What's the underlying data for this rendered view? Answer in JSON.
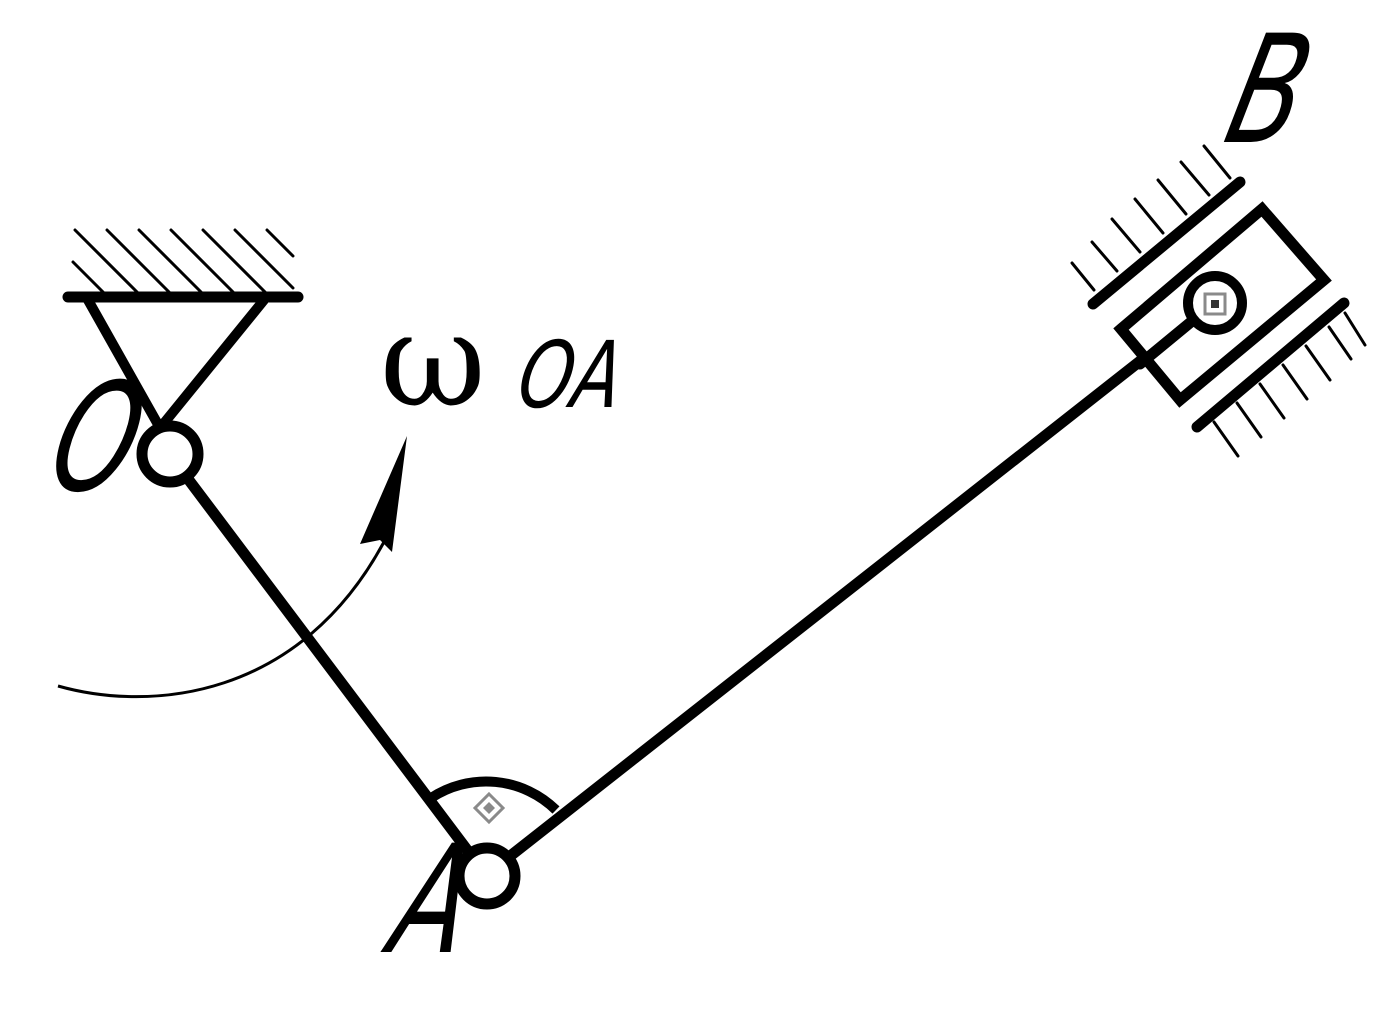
{
  "labels": {
    "O": "O",
    "A": "A",
    "B": "B",
    "omega": "ω",
    "omega_sub": "OA"
  },
  "colors": {
    "ink": "#000000",
    "marker": "#8a8a8a",
    "background": "#ffffff"
  }
}
